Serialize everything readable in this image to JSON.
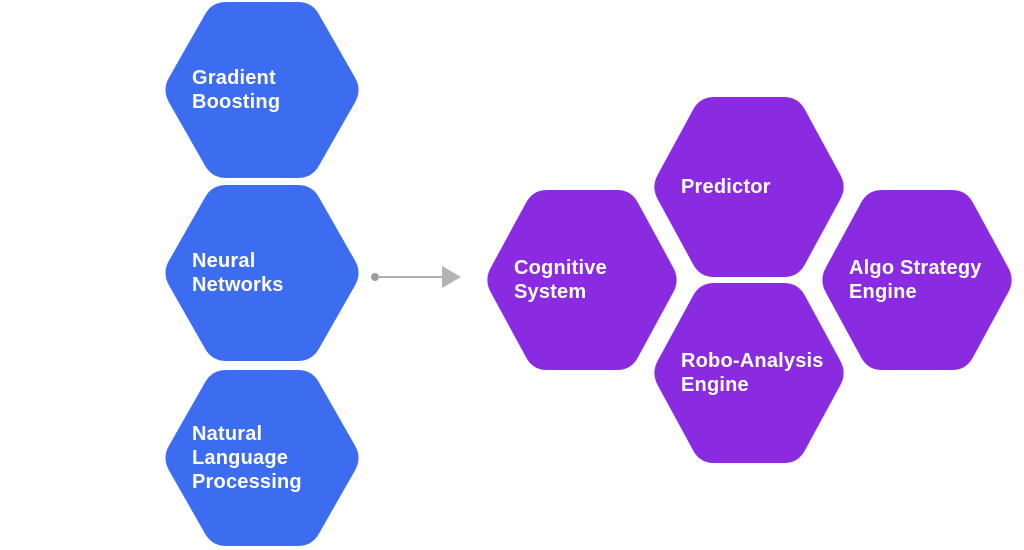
{
  "colors": {
    "background": "#FFFFFF",
    "ml_hex_fill": "#3C6CF0",
    "system_hex_fill": "#8A2BE2",
    "label_text": "#FFFFFF",
    "arrow_stroke": "#ADADAD",
    "arrow_head": "#B3B3B3",
    "arrow_dot": "#9B9B9B"
  },
  "left_column": {
    "items": [
      {
        "label": "Gradient\nBoosting"
      },
      {
        "label": "Neural\nNetworks"
      },
      {
        "label": "Natural\nLanguage\nProcessing"
      }
    ]
  },
  "right_cluster": {
    "items": [
      {
        "label": "Cognitive\nSystem"
      },
      {
        "label": "Predictor"
      },
      {
        "label": "Robo-Analysis\nEngine"
      },
      {
        "label": "Algo Strategy\nEngine"
      }
    ]
  }
}
